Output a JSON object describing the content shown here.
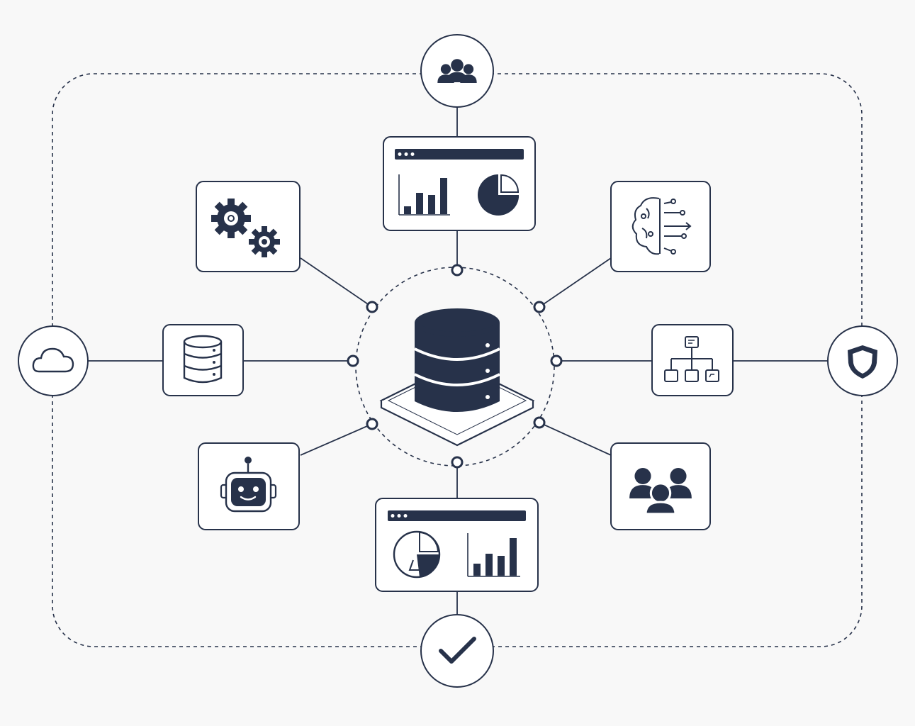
{
  "diagram": {
    "palette": {
      "ink": "#27324a",
      "panel": "#ffffff",
      "background": "#f8f8f8"
    },
    "hub": {
      "icon": "database-icon"
    },
    "perimeter_nodes": [
      {
        "id": "team",
        "icon": "team-group-icon"
      },
      {
        "id": "cloud",
        "icon": "cloud-icon"
      },
      {
        "id": "security",
        "icon": "shield-icon"
      },
      {
        "id": "approval",
        "icon": "checkmark-icon"
      }
    ],
    "service_cards": [
      {
        "id": "settings",
        "icon": "gears-icon"
      },
      {
        "id": "dashboard-top",
        "icon": "dashboard-chart-icon"
      },
      {
        "id": "ai",
        "icon": "ai-brain-icon"
      },
      {
        "id": "storage",
        "icon": "server-stack-icon"
      },
      {
        "id": "hierarchy",
        "icon": "org-chart-icon"
      },
      {
        "id": "automation",
        "icon": "robot-icon"
      },
      {
        "id": "dashboard-bottom",
        "icon": "dashboard-chart-icon"
      },
      {
        "id": "users",
        "icon": "users-group-icon"
      }
    ],
    "bar_chart_levels_top": [
      0.2,
      0.55,
      0.5,
      0.95
    ],
    "bar_chart_levels_bottom": [
      0.3,
      0.55,
      0.5,
      0.95
    ]
  }
}
